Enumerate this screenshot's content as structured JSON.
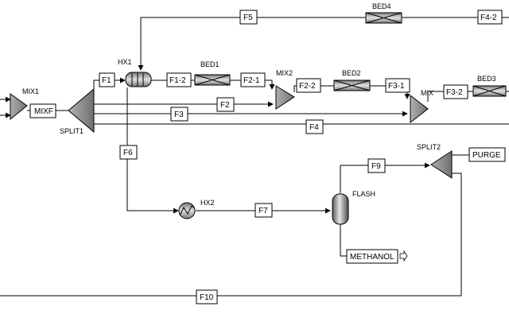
{
  "units": {
    "mix1": "MIX1",
    "mixf": "MIXF",
    "split1": "SPLIT1",
    "hx1": "HX1",
    "bed1": "BED1",
    "mix2": "MIX2",
    "bed2": "BED2",
    "mix3": "MIX",
    "bed3": "BED3",
    "bed4": "BED4",
    "hx2": "HX2",
    "flash": "FLASH",
    "split2": "SPLIT2",
    "purge": "PURGE",
    "methanol": "METHANOL"
  },
  "streams": {
    "f1": "F1",
    "f1_2": "F1-2",
    "f2_1": "F2-1",
    "f2_2": "F2-2",
    "f3_1": "F3-1",
    "f3_2": "F3-2",
    "f2": "F2",
    "f3": "F3",
    "f4": "F4",
    "f4_2": "F4-2",
    "f5": "F5",
    "f6": "F6",
    "f7": "F7",
    "f9": "F9",
    "f10": "F10"
  }
}
